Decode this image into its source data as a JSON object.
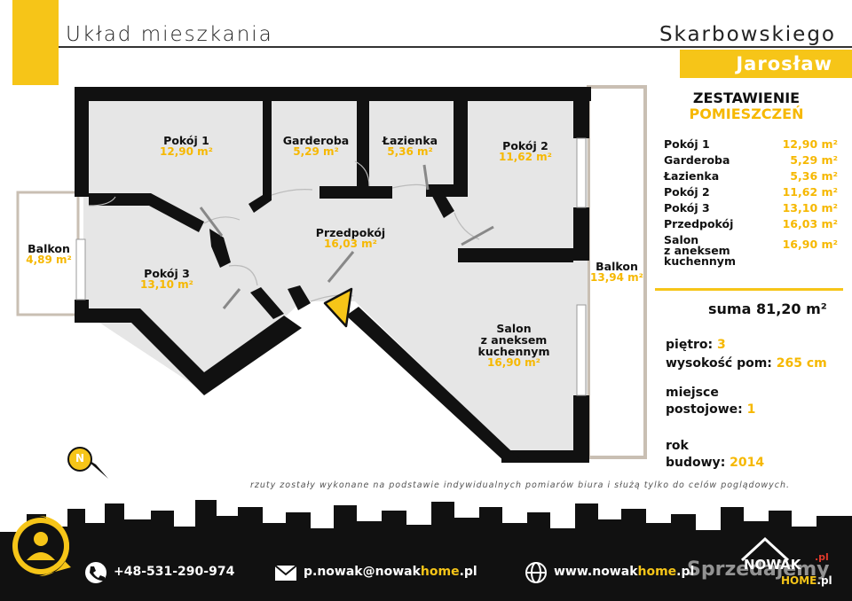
{
  "header": {
    "title": "Układ mieszkania",
    "street": "Skarbowskiego",
    "city": "Jarosław"
  },
  "rooms": {
    "pokoj1": {
      "name": "Pokój 1",
      "area": "12,90 m²"
    },
    "garderoba": {
      "name": "Garderoba",
      "area": "5,29 m²"
    },
    "lazienka": {
      "name": "Łazienka",
      "area": "5,36 m²"
    },
    "pokoj2": {
      "name": "Pokój 2",
      "area": "11,62 m²"
    },
    "przedpokoj": {
      "name": "Przedpokój",
      "area": "16,03 m²"
    },
    "pokoj3": {
      "name": "Pokój 3",
      "area": "13,10 m²"
    },
    "salon": {
      "name1": "Salon",
      "name2": "z aneksem",
      "name3": "kuchennym",
      "area": "16,90 m²"
    },
    "balkon_left": {
      "name": "Balkon",
      "area": "4,89 m²"
    },
    "balkon_right": {
      "name": "Balkon",
      "area": "13,94 m²"
    }
  },
  "compass": {
    "letter": "N"
  },
  "summary": {
    "title_line1": "ZESTAWIENIE",
    "title_line2": "POMIESZCZEŃ",
    "rows": [
      {
        "name": "Pokój 1",
        "value": "12,90 m²"
      },
      {
        "name": "Garderoba",
        "value": "5,29 m²"
      },
      {
        "name": "Łazienka",
        "value": "5,36 m²"
      },
      {
        "name": "Pokój 2",
        "value": "11,62 m²"
      },
      {
        "name": "Pokój 3",
        "value": "13,10 m²"
      },
      {
        "name": "Przedpokój",
        "value": "16,03 m²"
      }
    ],
    "salon_row": {
      "line1": "Salon",
      "line2": "z aneksem",
      "line3": "kuchennym",
      "value": "16,90 m²"
    },
    "total": "suma 81,20 m²"
  },
  "info": {
    "pietro_label": "piętro:",
    "pietro_value": "3",
    "wysokosc_label": "wysokość pom:",
    "wysokosc_value": "265 cm",
    "miejsce_label1": "miejsce",
    "miejsce_label2": "postojowe:",
    "miejsce_value": "1",
    "rok_label1": "rok",
    "rok_label2": "budowy:",
    "rok_value": "2014"
  },
  "note": "rzuty zostały wykonane na podstawie indywidualnych pomiarów biura i służą tylko do celów poglądowych.",
  "footer": {
    "phone": "+48-531-290-974",
    "email_prefix": "p.nowak@nowak",
    "email_hl": "home",
    "email_suffix": ".pl",
    "web_prefix": "www.nowak",
    "web_hl": "home",
    "web_suffix": ".pl",
    "watermark": "Sprzedajemy",
    "logo_top": "NOWAK",
    "logo_bottom": "HOME",
    "logo_pl": ".pl"
  },
  "colors": {
    "accent": "#f6c518",
    "wall": "#111111",
    "floor": "#e6e6e6",
    "balcony_frame": "#c9bfb3",
    "footer": "#111111"
  }
}
